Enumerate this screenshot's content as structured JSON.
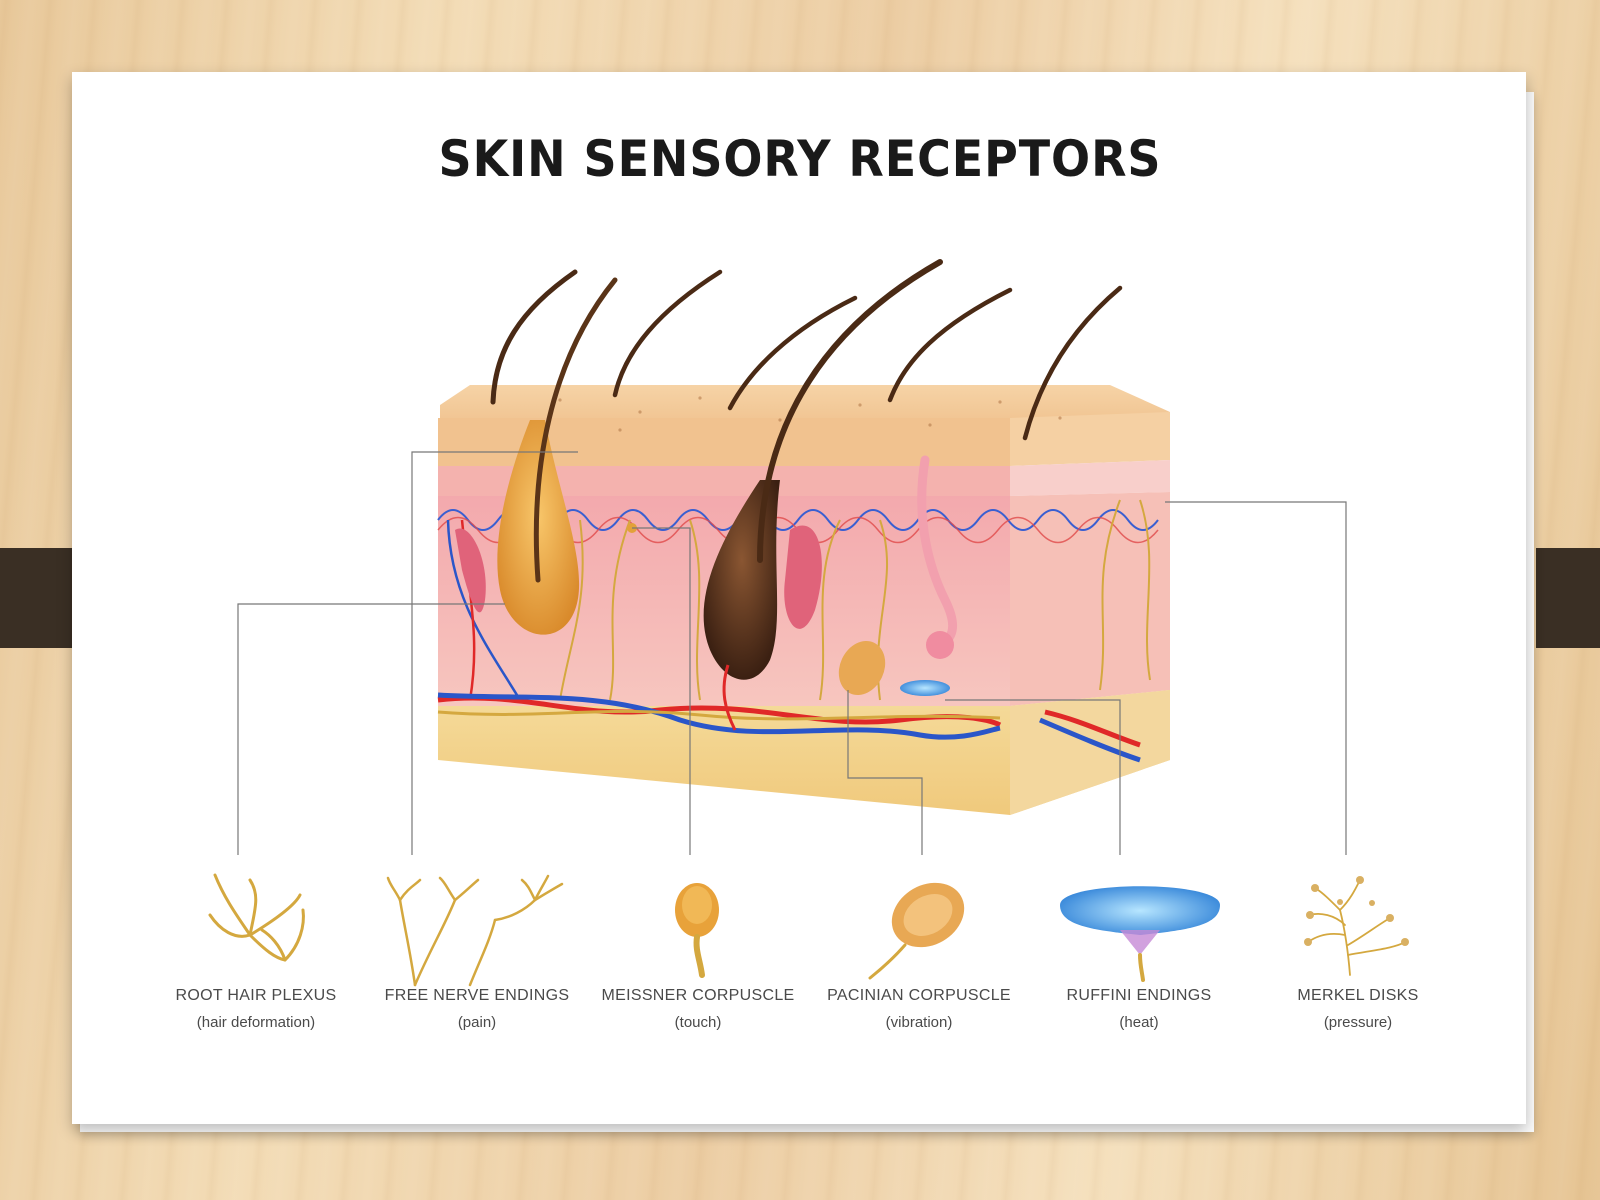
{
  "title": "SKIN SENSORY RECEPTORS",
  "receptors": [
    {
      "name": "ROOT HAIR PLEXUS",
      "sense": "(hair deformation)"
    },
    {
      "name": "FREE NERVE ENDINGS",
      "sense": "(pain)"
    },
    {
      "name": "MEISSNER CORPUSCLE",
      "sense": "(touch)"
    },
    {
      "name": "PACINIAN CORPUSCLE",
      "sense": "(vibration)"
    },
    {
      "name": "RUFFINI ENDINGS",
      "sense": "(heat)"
    },
    {
      "name": "MERKEL DISKS",
      "sense": "(pressure)"
    }
  ],
  "colors": {
    "epidermis": "#f2c592",
    "dermis": "#f6b7b3",
    "subcutis": "#f4d68f",
    "nerve": "#d4a83f",
    "artery": "#e02828",
    "vein": "#2a56c9",
    "hair": "#4a2a15",
    "leader_line": "#777777"
  }
}
